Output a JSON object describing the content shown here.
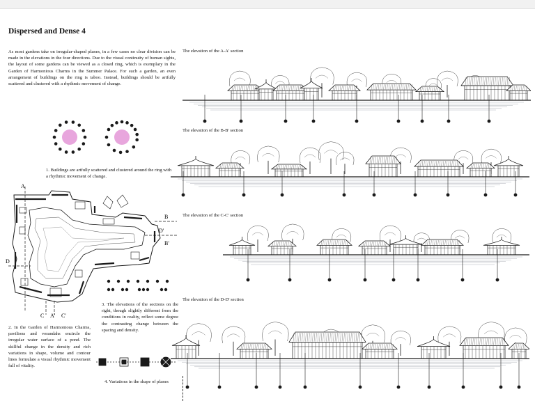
{
  "page": {
    "title": "Dispersed and Dense 4",
    "intro": "As most gardens take on irregular-shaped planes, in a few cases no clear division can be made in the elevations in the four directions. Due to the visual continuity of human sights, the layout of some gardens can be viewed as a closed ring, which is exemplary in the Garden of Harmonious Charms in the Summer Palace. For such a garden, an even arrangement of buildings on the ring is taboo. Instead, buildings should be artfully scattered and clustered with a rhythmic movement of change."
  },
  "captions": {
    "c1": "1. Buildings are artfully scattered and clustered around the ring with a rhythmic movement of change.",
    "c2": "2. In the Garden of Harmonious Charms, pavilions and verandahs encircle the irregular water surface of a pond. The skillful change in the density and rich variations in shape, volume and contour lines formulate a visual rhythmic movement full of vitality.",
    "c3": "3. The elevations of the sections on the right, though slightly different from the conditions in reality, reflect some degree the contrasting change between the spacing and density.",
    "c4": "4. Variations in the shape of planes"
  },
  "plan_labels": {
    "a": "A",
    "a2": "A'",
    "b": "B",
    "b2": "B'",
    "c": "C",
    "c2": "C'",
    "d": "D",
    "d2": "D'"
  },
  "elevations": [
    {
      "label": "The elevation of the A-A' section"
    },
    {
      "label": "The elevation of the B-B' section"
    },
    {
      "label": "The elevation of the C-C' section"
    },
    {
      "label": "The elevation of the D-D' section"
    }
  ],
  "colors": {
    "ink": "#1a1a1a",
    "pink": "#e8a6dd",
    "water": "#9aa0a8"
  },
  "icons": [
    "ring-dots-even-icon",
    "ring-dots-clustered-icon",
    "garden-plan-drawing",
    "dot-row-icon",
    "plane-shape-variation-icon",
    "elevation-sketch"
  ]
}
